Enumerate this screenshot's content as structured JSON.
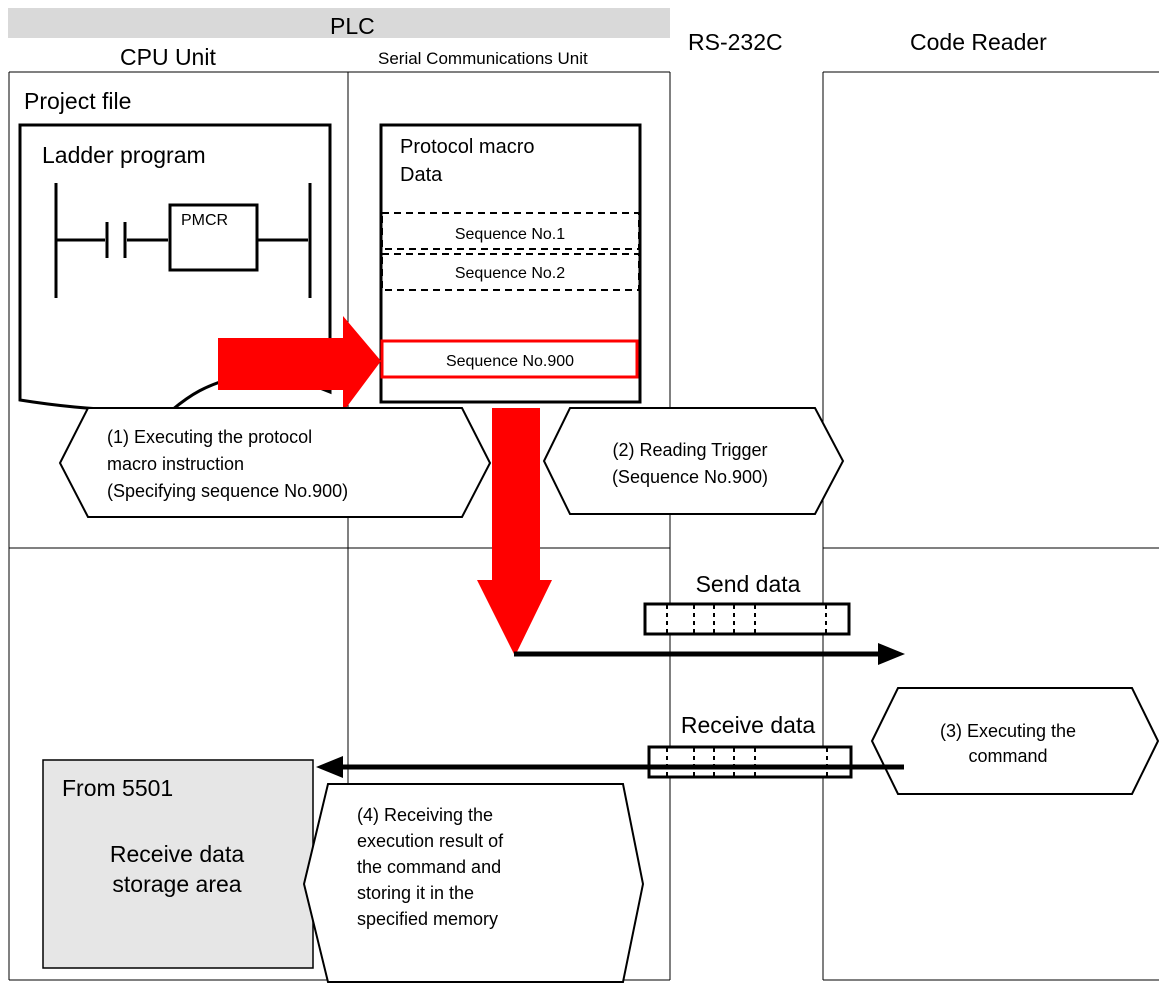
{
  "header": {
    "plc": "PLC",
    "cpu_unit": "CPU Unit",
    "serial_unit": "Serial Communications Unit",
    "rs232c": "RS-232C",
    "code_reader": "Code Reader"
  },
  "project_file": {
    "title": "Project file",
    "ladder_title": "Ladder program",
    "instruction": "PMCR"
  },
  "protocol_macro": {
    "title_line1": "Protocol macro",
    "title_line2": "Data",
    "sequences": [
      "Sequence No.1",
      "Sequence No.2",
      "Sequence No.900"
    ]
  },
  "callouts": {
    "step1": [
      "(1) Executing the protocol",
      "macro instruction",
      "(Specifying sequence No.900)"
    ],
    "step2": [
      "(2) Reading Trigger",
      "(Sequence No.900)"
    ],
    "step3": [
      "(3) Executing the",
      "command"
    ],
    "step4": [
      "(4) Receiving the",
      "execution result of",
      "the command and",
      "storing it in the",
      "specified memory"
    ]
  },
  "data_frames": {
    "send": "Send data",
    "receive": "Receive data"
  },
  "storage": {
    "title": "From 5501",
    "line1": "Receive data",
    "line2": "storage area"
  },
  "colors": {
    "highlight_red": "#ff0000",
    "header_bar": "#d9d9d9",
    "storage_fill": "#e6e6e6"
  }
}
